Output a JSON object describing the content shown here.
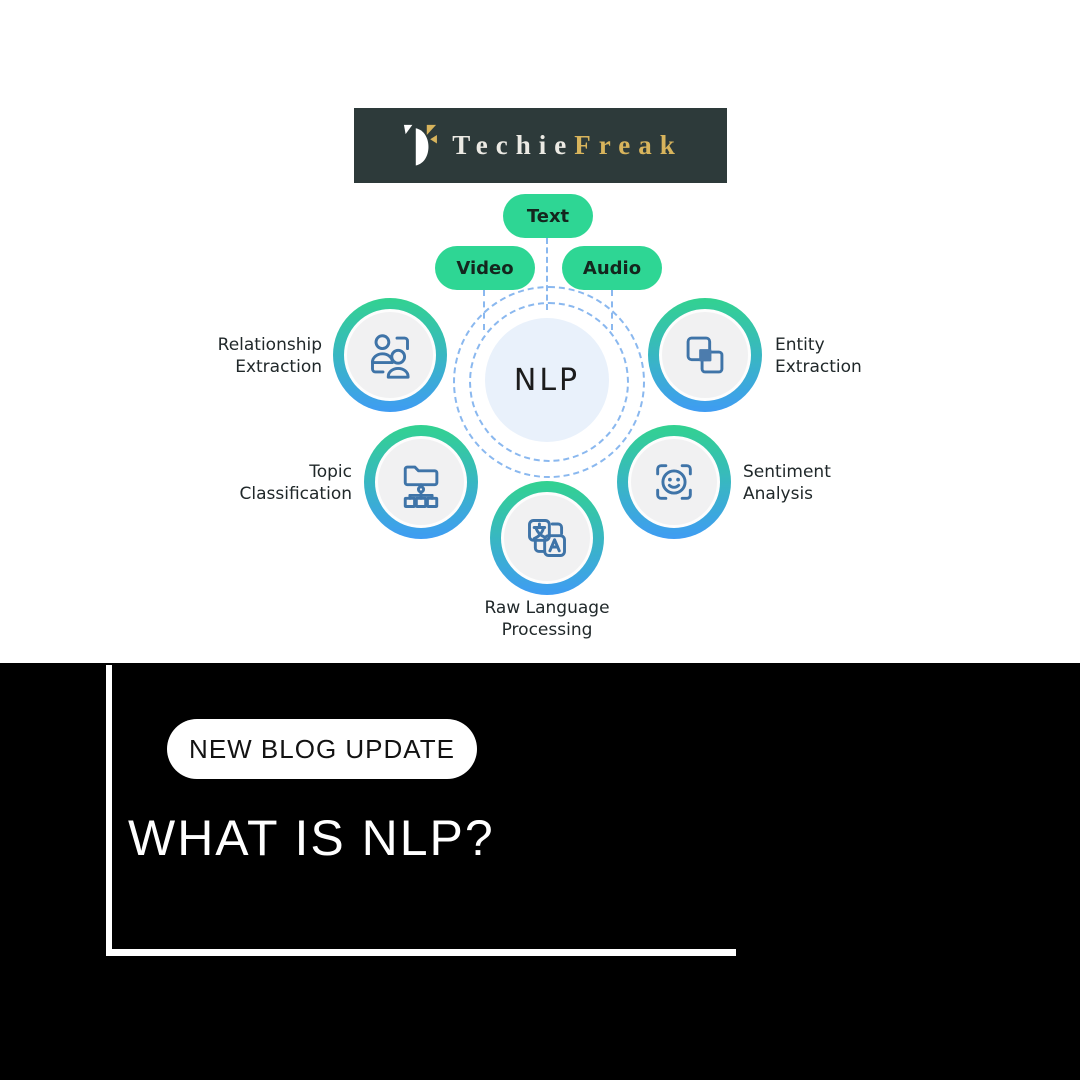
{
  "brand": {
    "name_primary": "Techie",
    "name_accent": "Freak"
  },
  "diagram": {
    "center_label": "NLP",
    "inputs": [
      {
        "label": "Text"
      },
      {
        "label": "Video"
      },
      {
        "label": "Audio"
      }
    ],
    "nodes": [
      {
        "id": "relationship-extraction",
        "label": "Relationship\nExtraction"
      },
      {
        "id": "entity-extraction",
        "label": "Entity\nExtraction"
      },
      {
        "id": "topic-classification",
        "label": "Topic\nClassification"
      },
      {
        "id": "sentiment-analysis",
        "label": "Sentiment\nAnalysis"
      },
      {
        "id": "raw-language-processing",
        "label": "Raw Language\nProcessing"
      }
    ]
  },
  "bottom": {
    "badge_label": "NEW BLOG UPDATE",
    "title": "WHAT IS NLP?"
  },
  "colors": {
    "accent_green": "#2ed694",
    "ring_green": "#32d290",
    "ring_blue": "#3f9cf3",
    "icon_stroke": "#3f74a8",
    "icon_fill": "#4c7cad",
    "center_fill": "#e9f1fb",
    "dash_blue": "#8ab8ef",
    "banner_bg": "#2d3a3a",
    "gold": "#d8b45c",
    "silver": "#eceae4",
    "label_dark": "#20282a"
  }
}
